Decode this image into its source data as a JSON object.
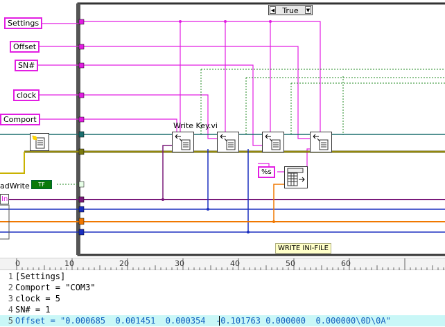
{
  "case_selector": {
    "value": "True"
  },
  "controls": {
    "settings": "Settings",
    "offset": "Offset",
    "sn": "SN#",
    "clock": "clock",
    "comport": "Comport",
    "format_string": "%s",
    "bool_constant": "TF",
    "partial_label": "adWrite",
    "in_label": "In"
  },
  "nodes": {
    "write_key_label": "Write Key.vi"
  },
  "comment": "WRITE INI-FILE",
  "ruler": {
    "ticks": [
      "0",
      "10",
      "20",
      "30",
      "40",
      "50",
      "60"
    ]
  },
  "editor": {
    "lines": [
      {
        "num": "1",
        "text": "[Settings]"
      },
      {
        "num": "2",
        "text": "Comport = \"COM3\""
      },
      {
        "num": "3",
        "text": "clock = 5"
      },
      {
        "num": "4",
        "text": "SN# = 1"
      },
      {
        "num": "5",
        "text": "Offset = \"0.000685  0.001451  0.000354  -0.101763 0.000000  0.000000\\0D\\0A\""
      }
    ]
  },
  "colors": {
    "string_wire": "#e21ee2",
    "numeric_wire": "#1a2fbf",
    "orange_wire": "#f07800",
    "case_border": "#333333",
    "highlight": "#c9f7f7"
  }
}
